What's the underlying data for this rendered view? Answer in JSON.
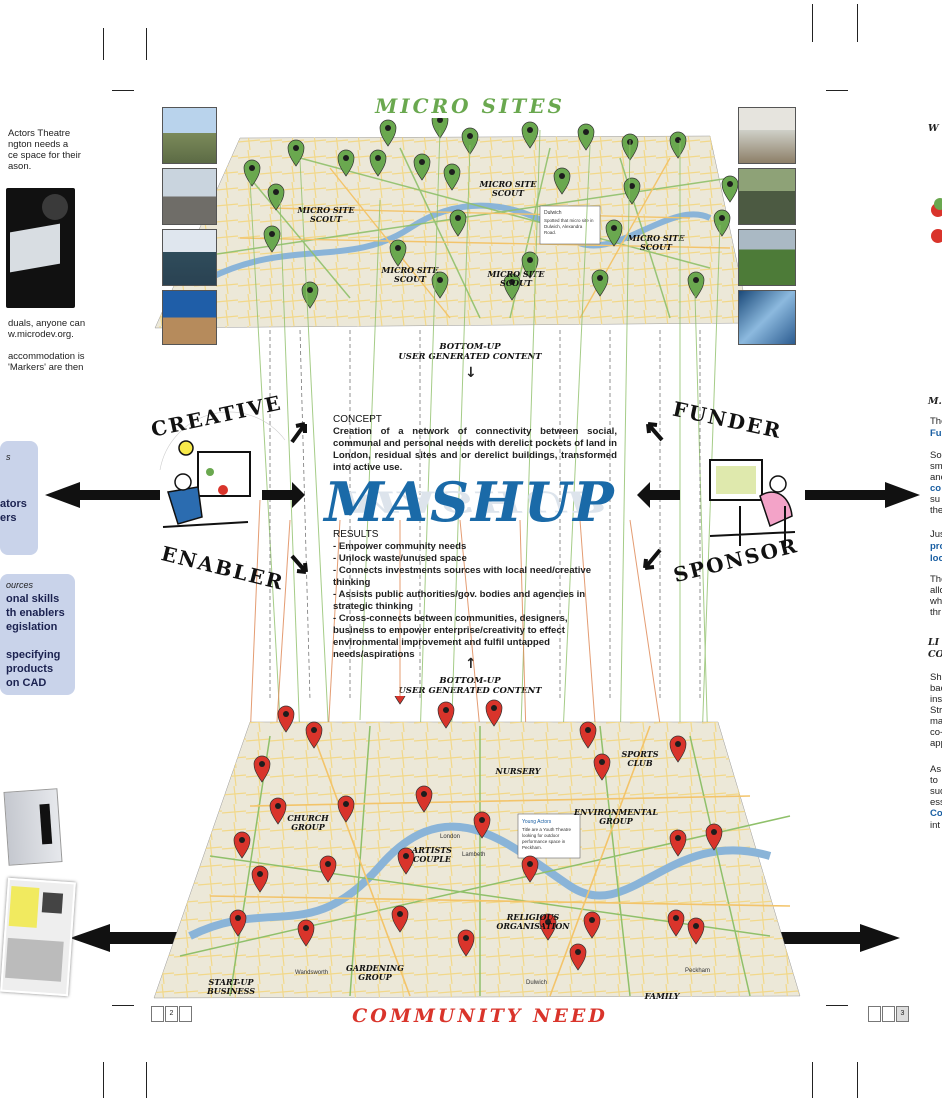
{
  "titles": {
    "top": "MICRO SITES",
    "bottom": "COMMUNITY NEED"
  },
  "center": {
    "main": "MASHUP",
    "concept_heading": "CONCEPT",
    "concept_text": "Creation of a network of connectivity between social, communal and personal needs with derelict pockets of land in London, residual sites and or derelict buildings, transformed into active use.",
    "results_heading": "RESULTS",
    "results": [
      "Empower community needs",
      "Unlock waste/unused space",
      "Connects investments sources with local need/creative thinking",
      "Assists public authorities/gov. bodies and agencies in strategic thinking",
      "Cross-connects between communities, designers, business to empower enterprise/creativity to effect environmental improvement and fulfil untapped needs/aspirations"
    ],
    "bottom_up_top": "BOTTOM-UP\nUSER GENERATED CONTENT",
    "bottom_up_bottom": "BOTTOM-UP\nUSER GENERATED CONTENT"
  },
  "roles": {
    "creative": "CREATIVE",
    "enabler": "ENABLER",
    "funder": "FUNDER",
    "sponsor": "SPONSOR"
  },
  "top_map": {
    "scouts": [
      "MICRO SITE\nSCOUT",
      "MICRO SITE\nSCOUT",
      "MICRO SITE\nSCOUT",
      "MICRO SITE\nSCOUT",
      "MICRO SITE\nSCOUT"
    ],
    "popup": "Dulwich\nSpotted that micro site in Dulwich, Alexandra Road."
  },
  "bottom_map": {
    "groups": [
      "NURSERY",
      "SPORTS\nCLUB",
      "CHURCH\nGROUP",
      "ARTISTS\nCOUPLE",
      "ENVIRONMENTAL\nGROUP",
      "RELIGIOUS\nORGANISATION",
      "START-UP\nBUSINESS",
      "GARDENING\nGROUP",
      "FAMILY"
    ],
    "popup": "Young Actors\nTitle are a Youth Theatre looking for outdoor performance space in Peckham.",
    "places": [
      "London",
      "Lambeth",
      "Wandsworth",
      "Dulwich",
      "Peckham"
    ]
  },
  "left_column": {
    "top_text": "Actors Theatre\nngton needs a\nce space for their\nason.",
    "mid_text": "duals, anyone can\nw.microdev.org.\n\naccommodation is\n'Markers' are then",
    "panel1_italic": "s",
    "panel1_text": "\nators\ners",
    "panel2_italic": "ources",
    "panel2_text": "onal skills\nth enablers\negislation\n\nspecifying\nproducts\non CAD"
  },
  "right_column": {
    "w": "W",
    "m": "M.",
    "the": "The",
    "fu": "Fu",
    "so": "So\nsm\nanc",
    "co": "co",
    "su": "su\nthe",
    "jus": "Jus",
    "pro": "pro",
    "loc": "loc",
    "the2": "The\nallo\nwh\nthr",
    "li": "LI",
    "co2": "CO",
    "she": "She\nbac\nins\nStr\nma\nco-\napp",
    "as": "As\nto\nsuc\ness",
    "co3": "Co",
    "int": "int"
  },
  "pages": {
    "left": "2",
    "right": "3"
  },
  "colors": {
    "green": "#6aa84f",
    "red": "#d9342b",
    "blue": "#1a6aa8",
    "panel": "#c9d3ea"
  }
}
